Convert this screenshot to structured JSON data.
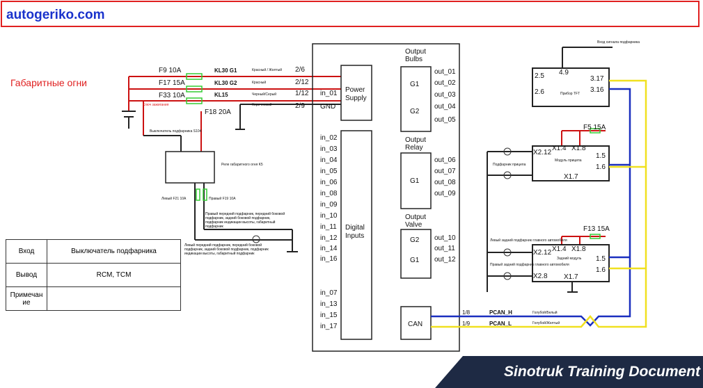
{
  "header": {
    "site": "autogeriko.com"
  },
  "footer": {
    "title": "Sinotruk Training Document"
  },
  "title": "Габаритные огни",
  "fuses": [
    "F9 10A",
    "F17 15A",
    "F33 10A",
    "F18 20A",
    "F5 15A",
    "F13 15A"
  ],
  "terminals": [
    "KL30 G1",
    "KL30 G2",
    "KL15"
  ],
  "wire_colors": [
    "Красный / Желтый",
    "Красный",
    "Черный/Серый",
    "Коричневый",
    "Голубой/Белый",
    "Голубой/Желтый"
  ],
  "pins_left": [
    "2/6",
    "2/12",
    "1/12",
    "2/9"
  ],
  "can_pins": [
    "1/8",
    "1/9"
  ],
  "can_names": [
    "PCAN_H",
    "PCAN_L"
  ],
  "labels": {
    "ignition": "Ключ зажигания",
    "switch": "Выключатель подфарника S104",
    "relay": "Реле габаритного огня K5",
    "left_fuse": "Левый F21 10A",
    "right_fuse": "Правый F19 10A",
    "right_lamps": "Правый передний подфарник, передний боковой подфарник, задний боковой подфарник, подфарник индикации высоты, габаритный подфарник",
    "left_lamps": "Левый передний подфарник, передний боковой подфарник, задний боковой подфарник, подфарник индикации высоты, габаритный подфарник",
    "signal_in": "Вход сигнала подфарника",
    "tft": "Прибор TFT",
    "trailer_lamps": "Подфарник прицепа",
    "trailer_module": "Модуль прицепа",
    "rear_left": "Левый задний подфарник главного автомобиля",
    "rear_right": "Правый задний подфарник главного автомобиля",
    "rear_module": "Задний модуль"
  },
  "ecu": {
    "power": [
      "Power",
      "Supply"
    ],
    "digital": [
      "Digital",
      "Inputs"
    ],
    "can": "CAN",
    "bulbs": [
      "Output",
      "Bulbs"
    ],
    "relay": [
      "Output",
      "Relay"
    ],
    "valve": [
      "Output",
      "Valve"
    ],
    "g": [
      "G1",
      "G2",
      "G1",
      "G2",
      "G1"
    ],
    "inputs": [
      "in_01",
      "GND",
      "in_02",
      "in_03",
      "in_04",
      "in_05",
      "in_06",
      "in_08",
      "in_09",
      "in_10",
      "in_11",
      "in_12",
      "in_14",
      "in_16",
      "in_07",
      "in_13",
      "in_15",
      "in_17"
    ],
    "outputs": [
      "out_01",
      "out_02",
      "out_03",
      "out_04",
      "out_05",
      "out_06",
      "out_07",
      "out_08",
      "out_09",
      "out_10",
      "out_11",
      "out_12"
    ]
  },
  "tft_pins": [
    "4.9",
    "2.5",
    "2.6",
    "3.17",
    "3.16"
  ],
  "module_pins": [
    "X2.12",
    "X1.4",
    "X1.8",
    "1.5",
    "1.6",
    "X1.7",
    "X2.8"
  ],
  "table": [
    {
      "k": "Вход",
      "v": "Выключатель подфарника"
    },
    {
      "k": "Вывод",
      "v": "RCM, TCM"
    },
    {
      "k": "Примечание",
      "v": ""
    }
  ],
  "colors": {
    "red": "#cc1111",
    "blue": "#1a2fbf",
    "yellow": "#f0e020",
    "green": "#33cc33"
  }
}
